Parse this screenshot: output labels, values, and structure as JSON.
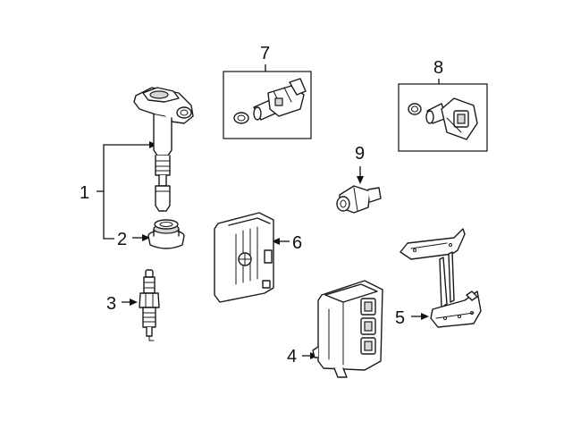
{
  "diagram": {
    "callouts": {
      "c1": "1",
      "c2": "2",
      "c3": "3",
      "c4": "4",
      "c5": "5",
      "c6": "6",
      "c7": "7",
      "c8": "8",
      "c9": "9"
    },
    "parts": [
      "ignition-coil",
      "coil-boot",
      "spark-plug",
      "engine-control-module",
      "module-bracket",
      "module-cover",
      "camshaft-sensor",
      "crankshaft-sensor",
      "knock-sensor"
    ],
    "colors": {
      "ink": "#1a1a1a",
      "shade": "#d6d6d6",
      "background": "#ffffff"
    }
  }
}
